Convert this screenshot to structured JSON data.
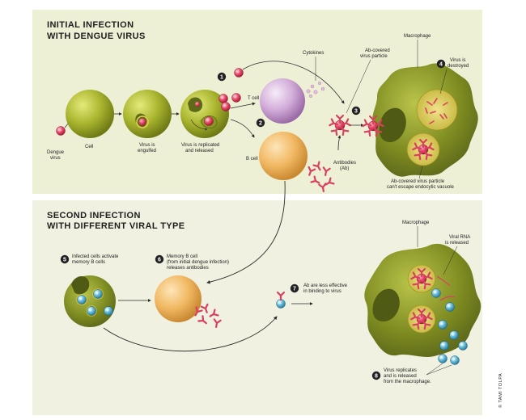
{
  "panels": {
    "top_title": [
      "INITIAL INFECTION",
      "WITH DENGUE VIRUS"
    ],
    "bottom_title": [
      "SECOND INFECTION",
      "WITH DIFFERENT VIRAL TYPE"
    ]
  },
  "labels": {
    "dengue_virus": [
      "Dengue",
      "virus"
    ],
    "cell": "Cell",
    "virus_engulfed": [
      "Virus is",
      "engulfed"
    ],
    "virus_replicated": [
      "Virus is replicated",
      "and released"
    ],
    "t_cell": "T cell",
    "b_cell": "B cell",
    "cytokines": "Cytokines",
    "ab_covered_particle": [
      "Ab-covered",
      "virus particle"
    ],
    "macrophage_top": "Macrophage",
    "virus_destroyed": [
      "Virus is",
      "destroyed"
    ],
    "antibodies": [
      "Antibodies",
      "(Ab)"
    ],
    "cant_escape": [
      "Ab-covered virus particle",
      "can't escape endocytic vacuole"
    ],
    "infected_cells": [
      "Infected cells activate",
      "memory B cells"
    ],
    "memory_b_cell": [
      "Memory B cell",
      "(from initial dengue infection)",
      "releases antibodies"
    ],
    "ab_less_effective": [
      "Ab are less effective",
      "in binding to virus"
    ],
    "macrophage_bottom": "Macrophage",
    "viral_rna": [
      "Viral RNA",
      "is released"
    ],
    "virus_replicates": [
      "Virus replicates",
      "and is released",
      "from the macrophage."
    ]
  },
  "steps": [
    "1",
    "2",
    "3",
    "4",
    "5",
    "6",
    "7",
    "8"
  ],
  "credit": "© TAMI TOLPA",
  "colors": {
    "panel_top": "#eef0d6",
    "panel_bottom": "#f0f1e0",
    "cell_green": "#a8b430",
    "t_cell": "#c8a0d0",
    "b_cell": "#f0b860",
    "virus_red": "#e04060",
    "virus_blue": "#58b0d0",
    "antibody": "#d84060",
    "step_badge": "#222222"
  }
}
